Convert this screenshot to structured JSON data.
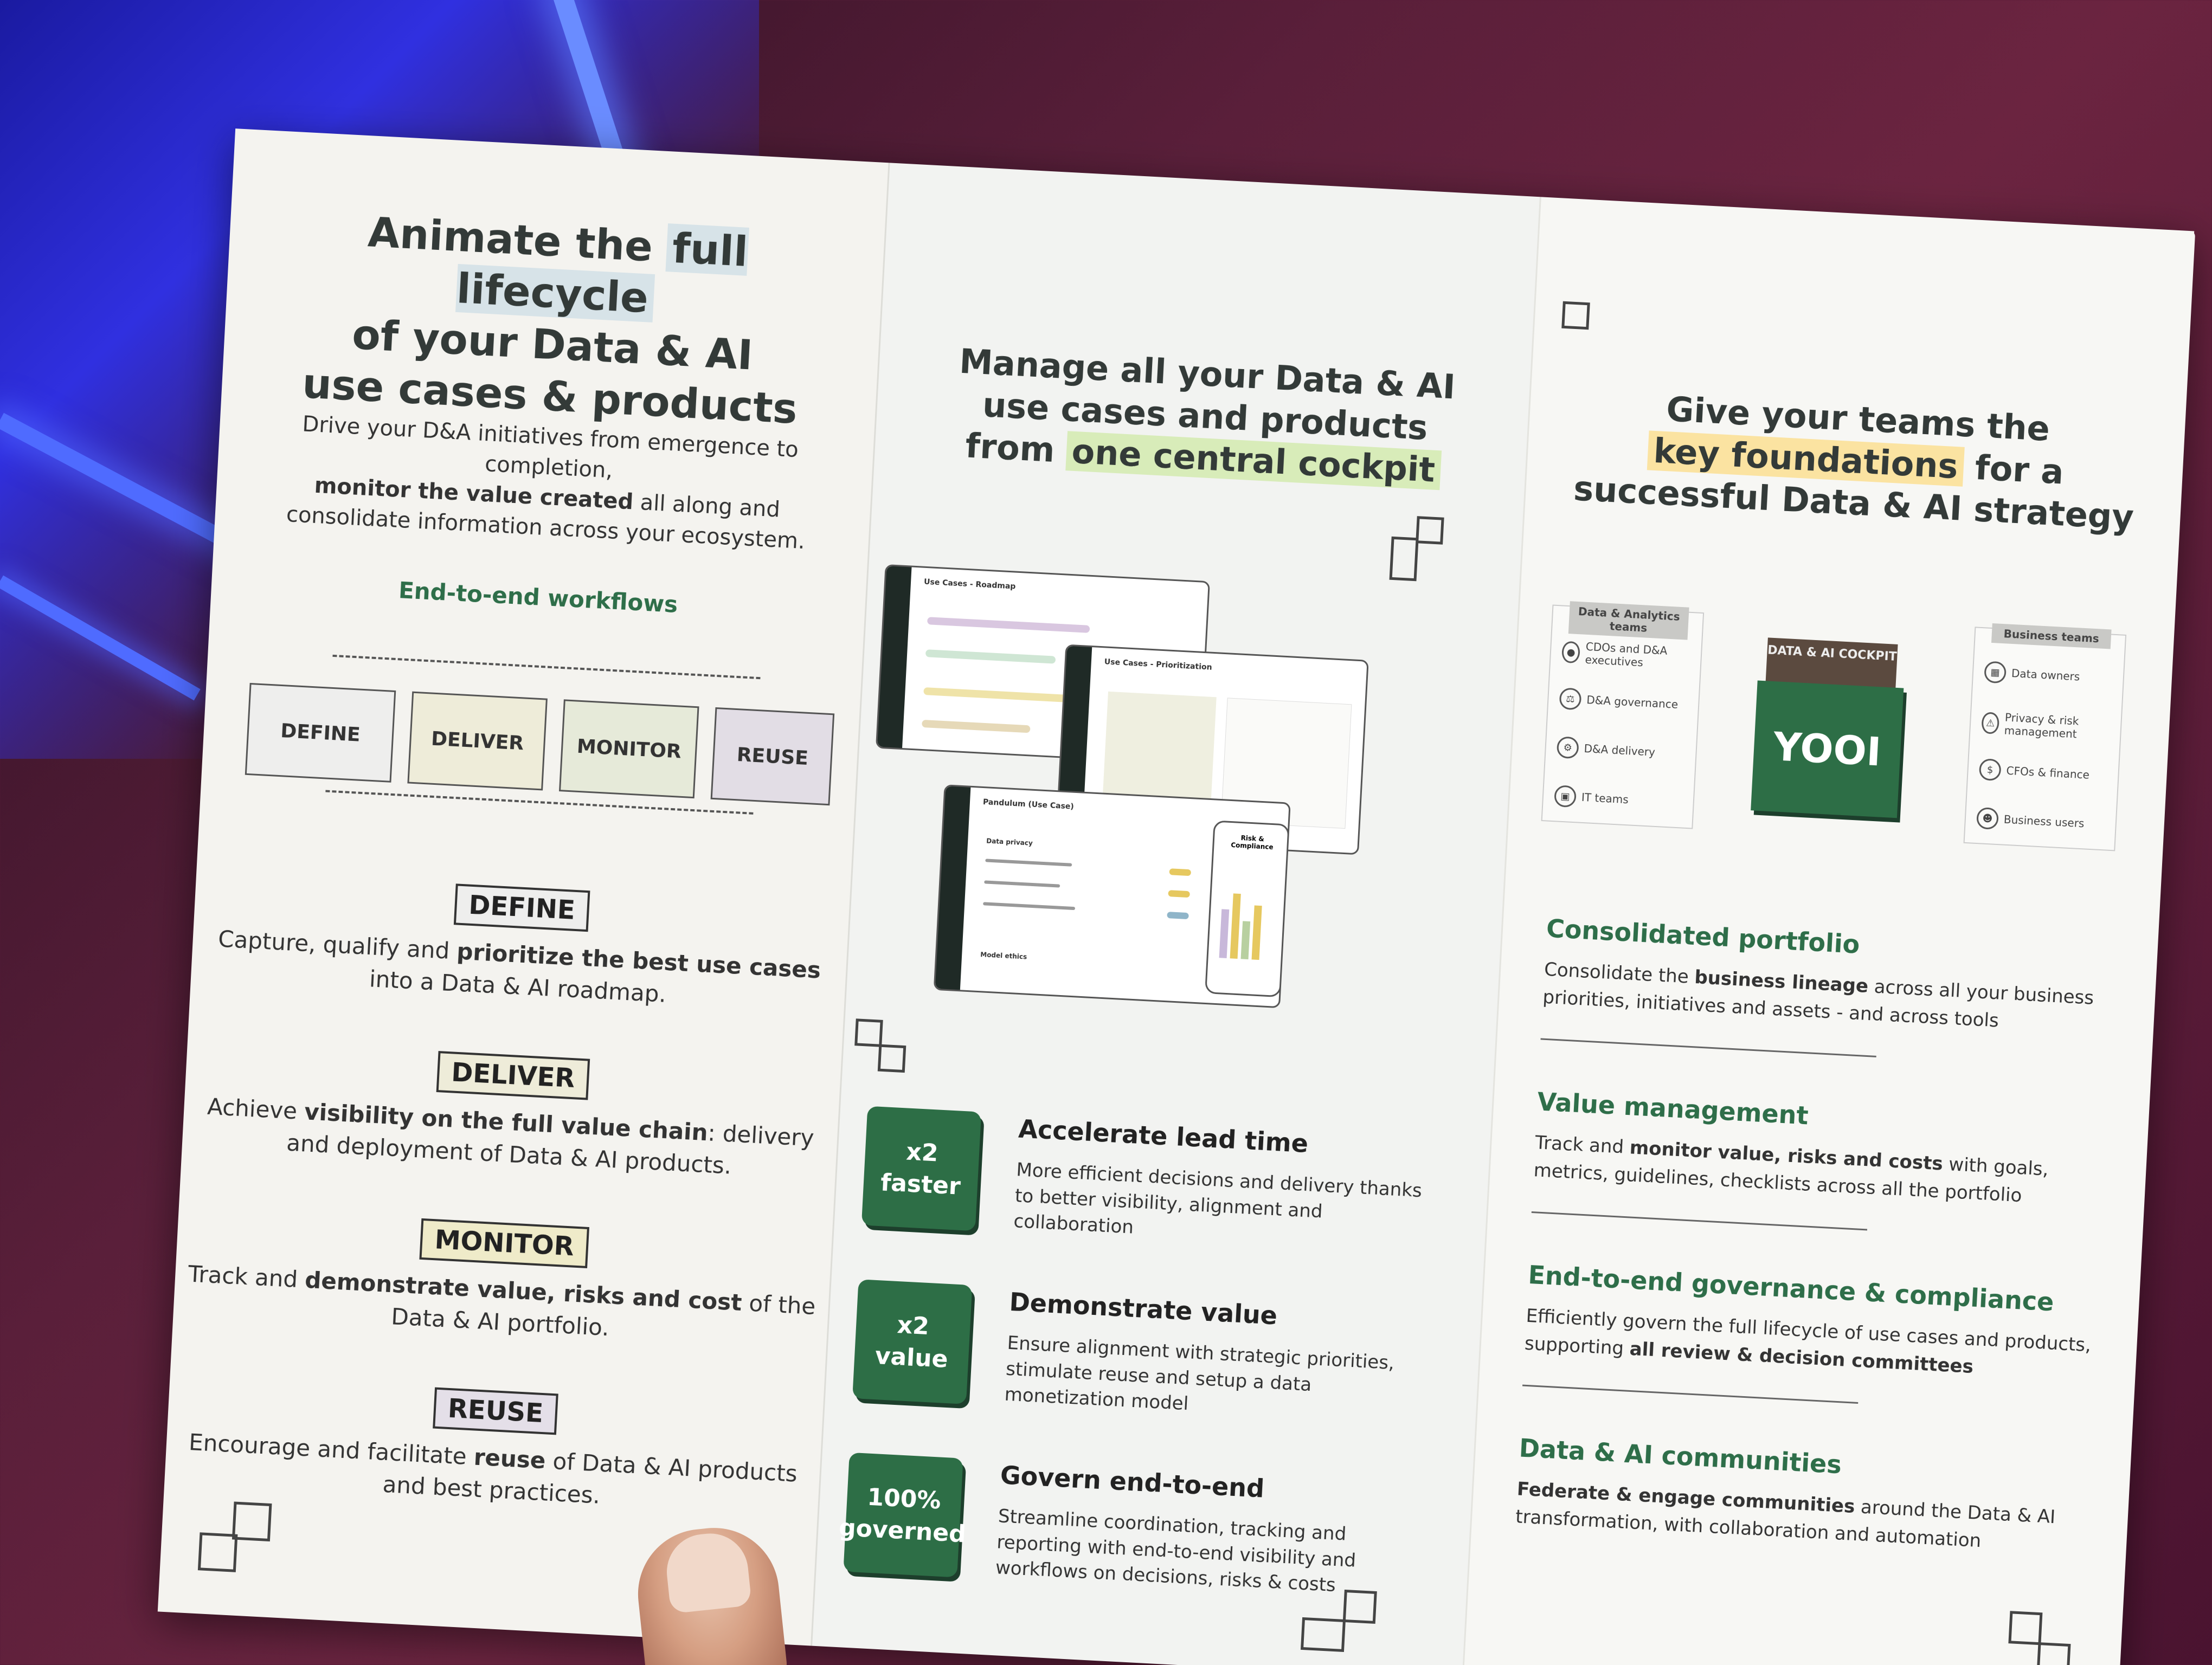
{
  "panel1": {
    "title_a": "Animate the ",
    "title_hl": "full lifecycle",
    "title_b": "of your Data & AI",
    "title_c": "use cases & products",
    "lead_a": "Drive your D&A initiatives from emergence to completion,",
    "lead_bold": "monitor the value created",
    "lead_b": " all along and consolidate information across your ecosystem.",
    "workflow_title": "End-to-end workflows",
    "workflow_boxes": [
      "DEFINE",
      "DELIVER",
      "MONITOR",
      "REUSE"
    ],
    "stages": [
      {
        "tag": "DEFINE",
        "text_a": "Capture, qualify and ",
        "text_bold": "prioritize the best use cases",
        "text_b": " into a Data & AI roadmap."
      },
      {
        "tag": "DELIVER",
        "text_a": "Achieve ",
        "text_bold": "visibility on the full value chain",
        "text_b": ": delivery and deployment of Data & AI products."
      },
      {
        "tag": "MONITOR",
        "text_a": "Track and ",
        "text_bold": "demonstrate value, risks and cost",
        "text_b": " of the Data & AI portfolio."
      },
      {
        "tag": "REUSE",
        "text_a": "Encourage and facilitate ",
        "text_bold": "reuse",
        "text_b": " of Data & AI products and best practices."
      }
    ]
  },
  "panel2": {
    "title_a": "Manage all your Data & AI",
    "title_b": "use cases and products",
    "title_c": "from ",
    "title_hl": "one central cockpit",
    "mock_titles": [
      "Use Cases - Roadmap",
      "Use Cases - Prioritization",
      "Pandulum (Use Case)"
    ],
    "mock_labels": [
      "Data privacy",
      "Model ethics",
      "Risk & Compliance"
    ],
    "stats": [
      {
        "badge_a": "x2",
        "badge_b": "faster",
        "title": "Accelerate lead time",
        "text": "More efficient decisions and delivery thanks to better visibility, alignment and collaboration"
      },
      {
        "badge_a": "x2",
        "badge_b": "value",
        "title": "Demonstrate value",
        "text": "Ensure alignment with strategic priorities, stimulate reuse and setup a data monetization model"
      },
      {
        "badge_a": "100%",
        "badge_b": "governed",
        "title": "Govern end-to-end",
        "text": "Streamline coordination, tracking and reporting with end-to-end visibility and workflows on decisions, risks & costs"
      }
    ]
  },
  "panel3": {
    "title_a": "Give your teams the",
    "title_hl": "key foundations",
    "title_b": " for a",
    "title_c": "successful Data & AI strategy",
    "left_head": "Data & Analytics teams",
    "left_items": [
      "CDOs and D&A executives",
      "D&A governance",
      "D&A delivery",
      "IT teams"
    ],
    "cockpit_head": "DATA & AI COCKPIT",
    "cockpit_logo": "YOOI",
    "right_head": "Business teams",
    "right_items": [
      "Data owners",
      "Privacy & risk management",
      "CFOs & finance",
      "Business users"
    ],
    "sections": [
      {
        "title": "Consolidated portfolio",
        "text_a": "Consolidate the ",
        "text_bold": "business lineage",
        "text_b": " across all your business priorities, initiatives and assets - and across tools"
      },
      {
        "title": "Value management",
        "text_a": "Track and ",
        "text_bold": "monitor value, risks and costs",
        "text_b": " with goals, metrics, guidelines, checklists across all the portfolio"
      },
      {
        "title": "End-to-end governance & compliance",
        "text_a": "Efficiently govern the full lifecycle of use cases and products, supporting ",
        "text_bold": "all review & decision committees",
        "text_b": ""
      },
      {
        "title": "Data & AI communities",
        "text_a": "",
        "text_bold": "Federate & engage communities",
        "text_b": " around the Data & AI transformation, with collaboration and automation"
      }
    ]
  },
  "colors": {
    "brand_green": "#2d6e46",
    "text_dark": "#333a38"
  }
}
